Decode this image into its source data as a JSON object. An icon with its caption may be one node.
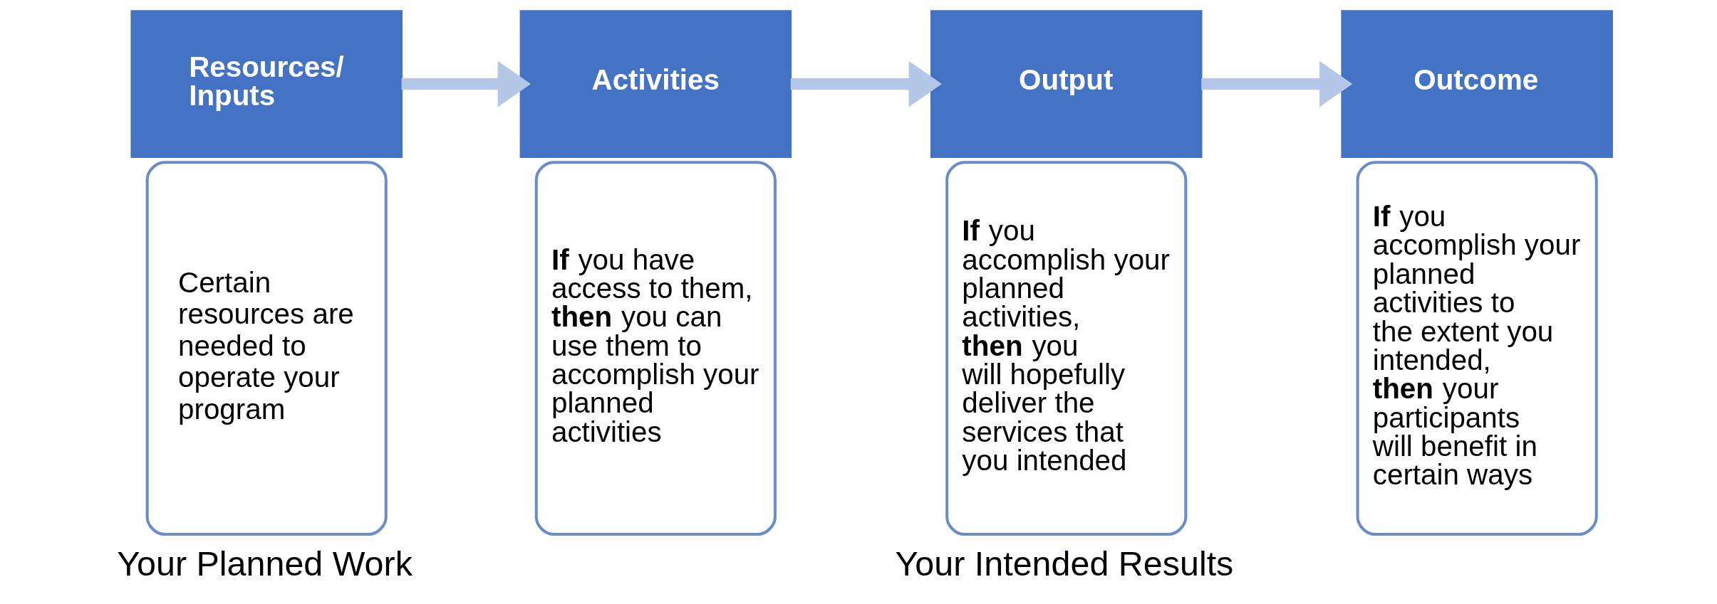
{
  "diagram": {
    "nodes": [
      {
        "text": [
          "Resources/ Inputs"
        ]
      },
      {
        "text": [
          "Certain resources are needed to operate your program"
        ]
      },
      {
        "text": [
          "Activities"
        ]
      },
      {
        "text": [
          "**If** you have access to them, **then** you can use them to accomplish your planned activities"
        ]
      },
      {
        "text": [
          "Output"
        ]
      },
      {
        "text": [
          "**If** you accomplish your planned activities, **then** you will hopefully deliver the services that you intended"
        ]
      },
      {
        "text": [
          "Outcome"
        ]
      },
      {
        "text": [
          "**If** you accomplish your planned activities to the extent you intended, **then** your participants will benefit in certain ways"
        ]
      }
    ],
    "edges": [
      {
        "from": 0,
        "to": 2,
        "arrow": "to"
      },
      {
        "from": 2,
        "to": 4,
        "arrow": "to"
      },
      {
        "from": 4,
        "to": 6,
        "arrow": "to"
      }
    ],
    "labels": [
      "Your Planned Work",
      "Your Intended Results"
    ]
  }
}
